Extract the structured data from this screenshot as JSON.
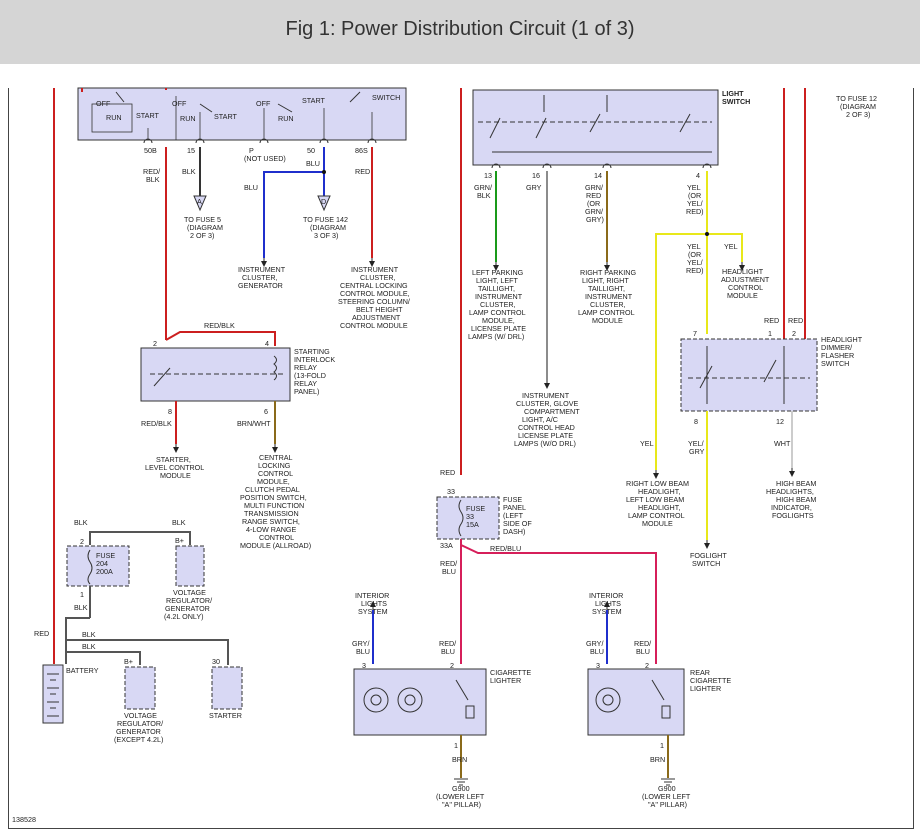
{
  "header": {
    "title": "Fig 1: Power Distribution Circuit (1 of 3)"
  },
  "figure_id": "138528",
  "colors": {
    "red": "#cc1f1f",
    "blue": "#1f2fcc",
    "green": "#1a9a1a",
    "gray": "#8c8c8c",
    "yellow": "#e8e81a",
    "black": "#111111",
    "brown": "#8a6a1a",
    "box_fill": "#d8d8f4",
    "header_bg": "#d5d5d5"
  },
  "ignition_switch": {
    "labels": [
      "OFF",
      "RUN",
      "START",
      "OFF",
      "RUN",
      "START",
      "OFF",
      "RUN",
      "START",
      "SWITCH"
    ],
    "pins": [
      "50B",
      "15",
      "P",
      "(NOT USED)",
      "50",
      "86S"
    ],
    "wires": [
      "RED/",
      "BLK",
      "BLK",
      "BLU",
      "BLU",
      "RED"
    ],
    "connectors": [
      "A",
      "D"
    ],
    "to_fuse5": [
      "TO FUSE 5",
      "(DIAGRAM",
      "2 OF 3)"
    ],
    "to_fuse142": [
      "TO FUSE 142",
      "(DIAGRAM",
      "3 OF 3)"
    ],
    "instrument_gen": [
      "INSTRUMENT",
      "CLUSTER,",
      "GENERATOR"
    ],
    "instrument_multi": [
      "INSTRUMENT",
      "CLUSTER,",
      "CENTRAL LOCKING",
      "CONTROL MODULE,",
      "STEERING COLUMN/",
      "BELT HEIGHT",
      "ADJUSTMENT",
      "CONTROL MODULE"
    ]
  },
  "relay": {
    "wire_top": "RED/BLK",
    "pins": [
      "2",
      "4",
      "8",
      "6"
    ],
    "label": [
      "STARTING",
      "INTERLOCK",
      "RELAY",
      "(13-FOLD",
      "RELAY",
      "PANEL)"
    ],
    "wires": [
      "RED/BLK",
      "BRN/WHT"
    ],
    "starter": [
      "STARTER,",
      "LEVEL CONTROL",
      "MODULE"
    ],
    "central": [
      "CENTRAL",
      "LOCKING",
      "CONTROL",
      "MODULE,",
      "CLUTCH PEDAL",
      "POSITION SWITCH,",
      "MULTI FUNCTION",
      "TRANSMISSION",
      "RANGE SWITCH,",
      "4-LOW RANGE",
      "CONTROL",
      "MODULE (ALLROAD)"
    ]
  },
  "power": {
    "wires": [
      "BLK",
      "BLK",
      "BLK",
      "RED",
      "BLK",
      "BLK"
    ],
    "fuse_pins": [
      "2",
      "1"
    ],
    "fuse": [
      "FUSE",
      "204",
      "200A"
    ],
    "bplus": "B+",
    "vr42": [
      "VOLTAGE",
      "REGULATOR/",
      "GENERATOR",
      "(4.2L ONLY)"
    ],
    "battery": "BATTERY",
    "vr_except": [
      "VOLTAGE",
      "REGULATOR/",
      "GENERATOR",
      "(EXCEPT 4.2L)"
    ],
    "starter_pin": "30",
    "starter": "STARTER"
  },
  "light_switch": {
    "title": [
      "LIGHT",
      "SWITCH"
    ],
    "to_fuse12": [
      "TO FUSE 12",
      "(DIAGRAM",
      "2 OF 3)"
    ],
    "pins": [
      "13",
      "16",
      "14",
      "4"
    ],
    "wires": [
      "GRN/",
      "BLK",
      "GRY",
      "GRN/",
      "RED",
      "(OR",
      "GRN/",
      "GRY)",
      "YEL",
      "(OR",
      "YEL/",
      "RED)"
    ],
    "left_parking": [
      "LEFT PARKING",
      "LIGHT, LEFT",
      "TAILLIGHT,",
      "INSTRUMENT",
      "CLUSTER,",
      "LAMP CONTROL",
      "MODULE,",
      "LICENSE PLATE",
      "LAMPS (W/ DRL)"
    ],
    "right_parking": [
      "RIGHT PARKING",
      "LIGHT, RIGHT",
      "TAILLIGHT,",
      "INSTRUMENT",
      "CLUSTER,",
      "LAMP CONTROL",
      "MODULE"
    ],
    "instrument_glove": [
      "INSTRUMENT",
      "CLUSTER, GLOVE",
      "COMPARTMENT",
      "LIGHT, A/C",
      "CONTROL HEAD",
      "LICENSE PLATE",
      "LAMPS (W/O DRL)"
    ],
    "yel_wires": [
      "YEL",
      "(OR",
      "YEL/",
      "RED)",
      "YEL"
    ],
    "headlight_adj": [
      "HEADLIGHT",
      "ADJUSTMENT",
      "CONTROL",
      "MODULE"
    ]
  },
  "dimmer": {
    "red_labels": [
      "RED",
      "RED"
    ],
    "pins": [
      "7",
      "1",
      "2",
      "8",
      "12"
    ],
    "label": [
      "HEADLIGHT",
      "DIMMER/",
      "FLASHER",
      "SWITCH"
    ],
    "wires": [
      "YEL",
      "YEL/",
      "GRY",
      "WHT"
    ],
    "right_low": [
      "RIGHT LOW BEAM",
      "HEADLIGHT,",
      "LEFT LOW BEAM",
      "HEADLIGHT,",
      "LAMP CONTROL",
      "MODULE"
    ],
    "foglight": [
      "FOGLIGHT",
      "SWITCH"
    ],
    "high_beam": [
      "HIGH BEAM",
      "HEADLIGHTS,",
      "HIGH BEAM",
      "INDICATOR,",
      "FOGLIGHTS"
    ]
  },
  "fuse_panel": {
    "wire_in": "RED",
    "pin_top": "33",
    "fuse": [
      "FUSE",
      "33",
      "15A"
    ],
    "label": [
      "FUSE",
      "PANEL",
      "(LEFT",
      "SIDE OF",
      "DASH)"
    ],
    "pin_bottom": "33A",
    "wires": [
      "RED/BLU",
      "RED/",
      "BLU"
    ]
  },
  "lighters": {
    "interior": [
      "INTERIOR",
      "LIGHTS",
      "SYSTEM"
    ],
    "wires_left": [
      "GRY/",
      "BLU",
      "RED/",
      "BLU"
    ],
    "pins_left": [
      "3",
      "2",
      "1"
    ],
    "cig": [
      "CIGARETTE",
      "LIGHTER"
    ],
    "brn": [
      "BRN",
      "BRN"
    ],
    "ground": [
      "G900",
      "(LOWER LEFT",
      "\"A\" PILLAR)"
    ],
    "interior2": [
      "INTERIOR",
      "LIGHTS",
      "SYSTEM"
    ],
    "wires_right": [
      "GRY/",
      "BLU",
      "RED/",
      "BLU"
    ],
    "pins_right": [
      "3",
      "2",
      "1"
    ],
    "rear_cig": [
      "REAR",
      "CIGARETTE",
      "LIGHTER"
    ],
    "ground2": [
      "G900",
      "(LOWER LEFT",
      "\"A\" PILLAR)"
    ]
  }
}
